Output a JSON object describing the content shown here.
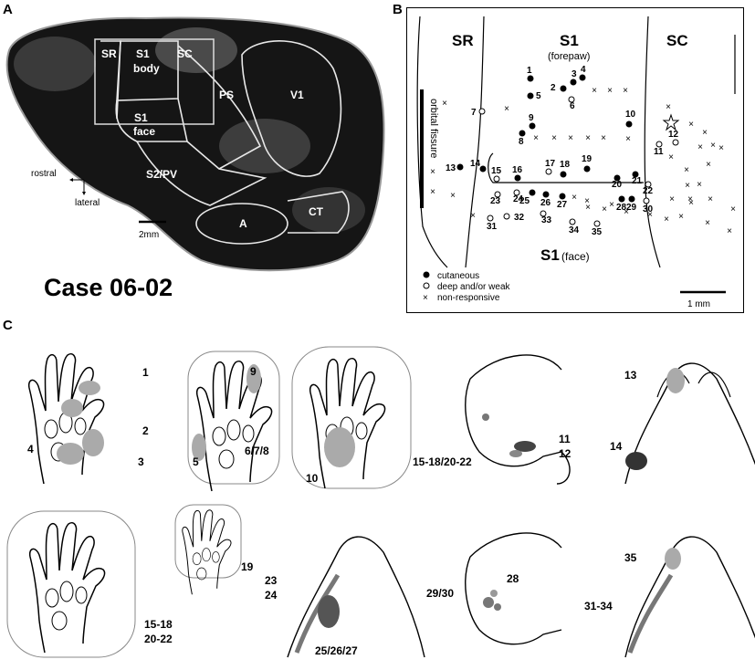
{
  "panels": {
    "a": "A",
    "b": "B",
    "c": "C"
  },
  "panelA": {
    "case_title": "Case 06-02",
    "regions": {
      "sr": "SR",
      "s1_body_1": "S1",
      "s1_body_2": "body",
      "sc": "SC",
      "ps": "PS",
      "v1": "V1",
      "s1_face_1": "S1",
      "s1_face_2": "face",
      "s2pv": "S2/PV",
      "a": "A",
      "ct": "CT"
    },
    "compass": {
      "rostral": "rostral",
      "lateral": "lateral"
    },
    "scale": "2mm"
  },
  "panelB": {
    "headers": {
      "sr": "SR",
      "s1": "S1",
      "forepaw": "(forepaw)",
      "sc": "SC"
    },
    "orbital": "orbital fissure",
    "s1_face": "S1",
    "face": "(face)",
    "legend": {
      "cutaneous": "cutaneous",
      "deep": "deep and/or weak",
      "nonresp": "non-responsive"
    },
    "scale": "1 mm",
    "site_labels": [
      "1",
      "2",
      "3",
      "4",
      "5",
      "6",
      "7",
      "8",
      "9",
      "10",
      "11",
      "12",
      "13",
      "14",
      "15",
      "16",
      "17",
      "18",
      "19",
      "20",
      "21",
      "22",
      "23",
      "24",
      "25",
      "26",
      "27",
      "28",
      "29",
      "30",
      "31",
      "32",
      "33",
      "34",
      "35"
    ]
  },
  "panelC": {
    "labels": {
      "l1": "1",
      "l2": "2",
      "l3": "3",
      "l4": "4",
      "l5": "5",
      "l9": "9",
      "l678": "6/7/8",
      "l10": "10",
      "l15_22": "15-18/20-22",
      "l11": "11",
      "l12": "12",
      "l13": "13",
      "l14": "14",
      "l15_18": "15-18",
      "l20_22": "20-22",
      "l19": "19",
      "l23": "23",
      "l24": "24",
      "l25_27": "25/26/27",
      "l28": "28",
      "l29_30": "29/30",
      "l35": "35",
      "l31_34": "31-34"
    }
  }
}
